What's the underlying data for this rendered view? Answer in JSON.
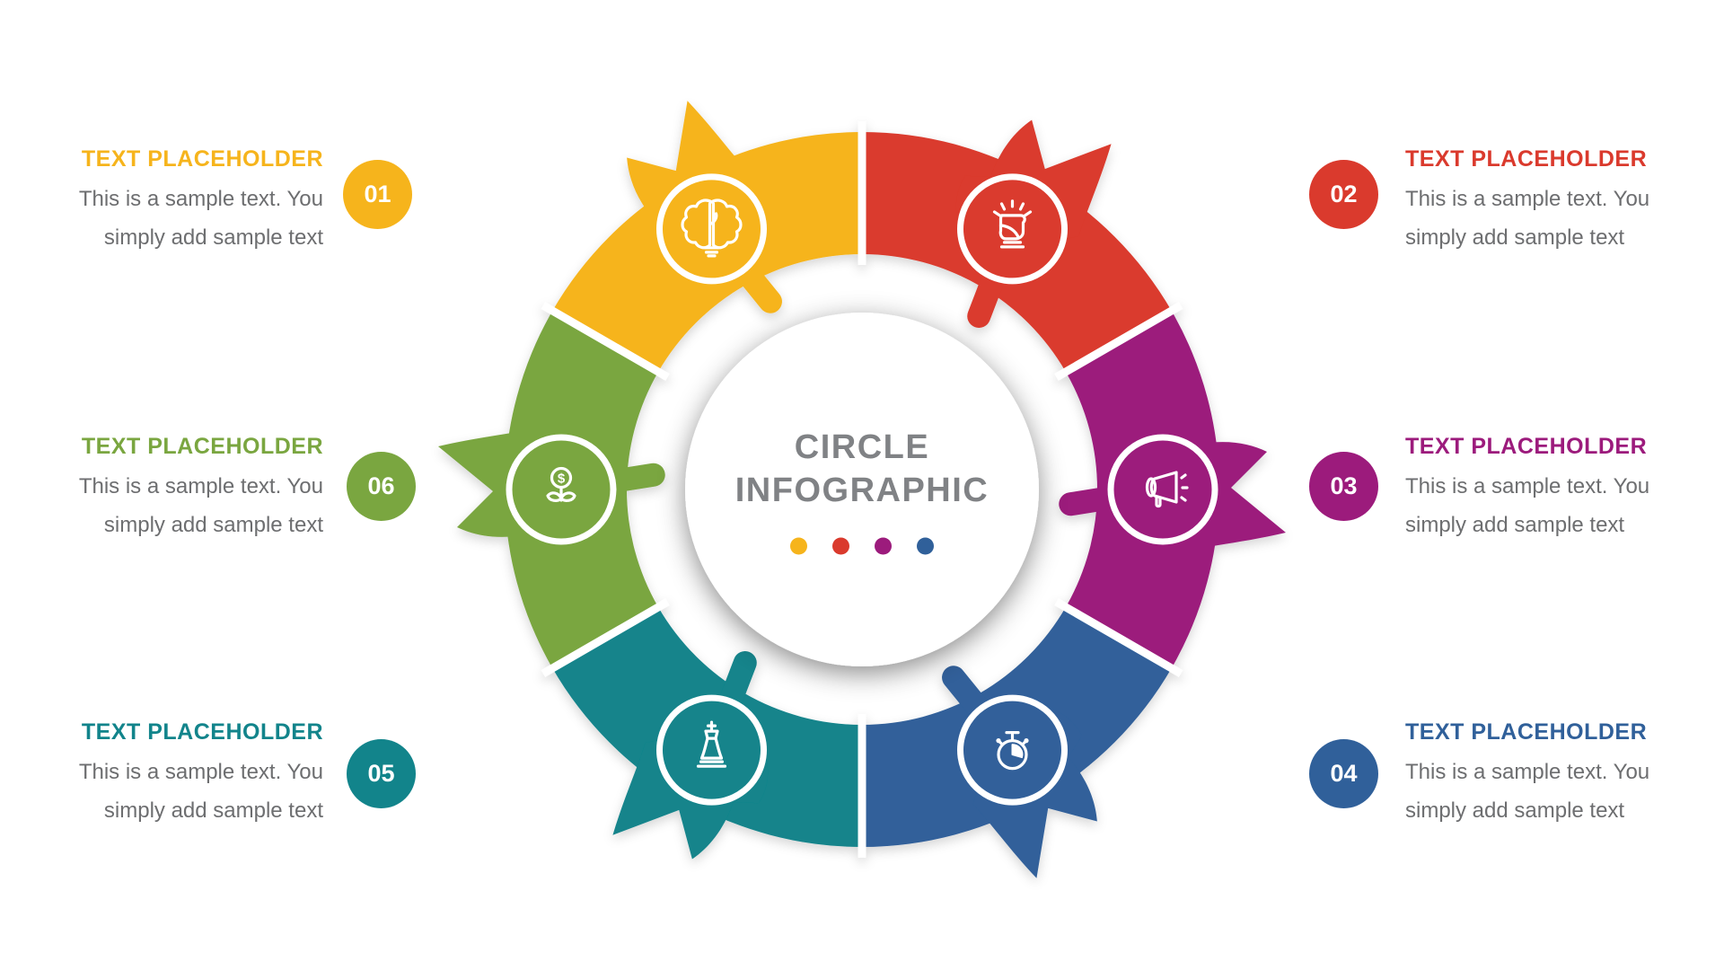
{
  "center": {
    "title_line1": "CIRCLE",
    "title_line2": "INFOGRAPHIC",
    "title_color": "#808285",
    "dot_colors": [
      "#F6B41C",
      "#DA3A2D",
      "#9C1B7C",
      "#30609A"
    ]
  },
  "items": [
    {
      "number": "01",
      "title": "TEXT PLACEHOLDER",
      "body": "This is a sample text. You simply add sample text",
      "color": "#F6B41C",
      "icon": "brain-creativity-icon"
    },
    {
      "number": "02",
      "title": "TEXT PLACEHOLDER",
      "body": "This is a sample text. You simply add sample text",
      "color": "#DA3A2D",
      "icon": "fist-power-icon"
    },
    {
      "number": "03",
      "title": "TEXT PLACEHOLDER",
      "body": "This is a sample text. You simply add sample text",
      "color": "#9C1B7C",
      "icon": "megaphone-promotion-icon"
    },
    {
      "number": "04",
      "title": "TEXT PLACEHOLDER",
      "body": "This is a sample text. You simply add sample text",
      "color": "#30609A",
      "icon": "stopwatch-time-icon"
    },
    {
      "number": "05",
      "title": "TEXT PLACEHOLDER",
      "body": "This is a sample text. You simply add sample text",
      "color": "#12848B",
      "icon": "chess-strategy-icon"
    },
    {
      "number": "06",
      "title": "TEXT PLACEHOLDER",
      "body": "This is a sample text. You simply add sample text",
      "color": "#7AA640",
      "icon": "money-growth-icon"
    }
  ],
  "text_gray": "#6D6E70"
}
